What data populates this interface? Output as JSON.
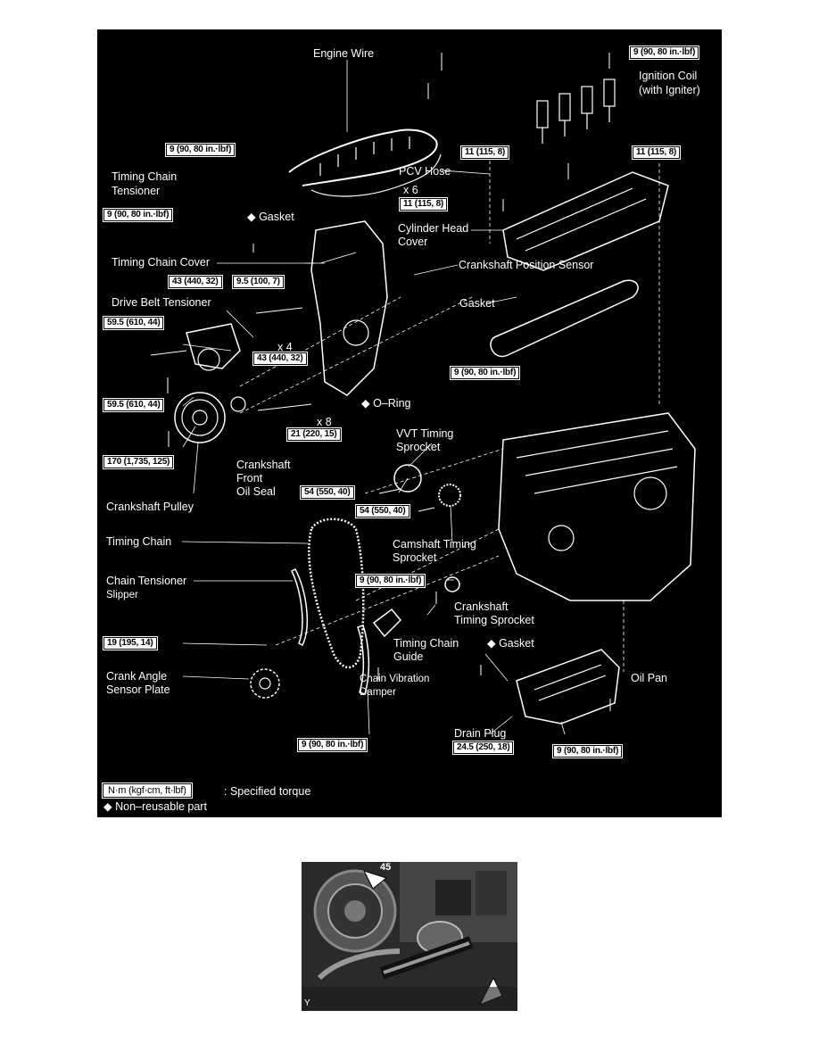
{
  "labels": {
    "engine_wire": "Engine Wire",
    "ignition_coil": "Ignition Coil",
    "ignition_coil_sub": "(with Igniter)",
    "timing_chain_tensioner": "Timing Chain",
    "timing_chain_tensioner_2": "Tensioner",
    "gasket_1": "◆ Gasket",
    "pcv_hose": "PCV Hose",
    "x6": "x 6",
    "cylinder_head_cover": "Cylinder Head",
    "cylinder_head_cover_2": "Cover",
    "timing_chain_cover": "Timing Chain Cover",
    "crankshaft_position_sensor": "Crankshaft Position Sensor",
    "drive_belt_tensioner": "Drive Belt Tensioner",
    "gasket_2": "Gasket",
    "x4": "x 4",
    "o_ring": "◆ O–Ring",
    "x8": "x 8",
    "vvt_timing": "VVT Timing",
    "vvt_sprocket": "Sprocket",
    "crankshaft_front": "Crankshaft",
    "crankshaft_front_2": "Front",
    "crankshaft_front_3": "Oil Seal",
    "crankshaft_pulley": "Crankshaft Pulley",
    "camshaft_timing": "Camshaft Timing",
    "camshaft_sprocket": "Sprocket",
    "timing_chain": "Timing Chain",
    "chain_tensioner": "Chain Tensioner",
    "chain_tensioner_2": "Slipper",
    "crankshaft_timing": "Crankshaft",
    "crankshaft_timing_2": "Timing Sprocket",
    "timing_chain_guide": "Timing Chain",
    "timing_chain_guide_2": "Guide",
    "gasket_3": "◆ Gasket",
    "oil_pan": "Oil Pan",
    "crank_angle": "Crank Angle",
    "crank_angle_2": "Sensor Plate",
    "chain_vibration": "Chain Vibration",
    "chain_vibration_2": "Damper",
    "drain_plug": "Drain Plug"
  },
  "torques": {
    "t_ign": "9 (90, 80 in.·lbf)",
    "t_wire": "9 (90, 80 in.·lbf)",
    "t_chc_left": "11 (115, 8)",
    "t_chc_right": "11 (115, 8)",
    "t_pcv": "11 (115, 8)",
    "t_tensioner": "9 (90, 80 in.·lbf)",
    "t_cover_a": "43 (440, 32)",
    "t_cover_b": "9.5 (100, 7)",
    "t_belt": "59.5 (610, 44)",
    "t_x4": "43 (440, 32)",
    "t_sensor": "9 (90, 80 in.·lbf)",
    "t_belt_b": "59.5 (610, 44)",
    "t_x8": "21 (220, 15)",
    "t_pulley": "170 (1,735, 125)",
    "t_vvt": "54 (550, 40)",
    "t_cam": "54 (550, 40)",
    "t_guide": "9 (90, 80 in.·lbf)",
    "t_slipper": "19 (195, 14)",
    "t_damper": "9 (90, 80 in.·lbf)",
    "t_drain": "24.5 (250, 18)",
    "t_oilpan": "9 (90, 80 in.·lbf)"
  },
  "legend": {
    "unit_box": "N·m (kgf·cm, ft·lbf)",
    "unit_text": ": Specified torque",
    "nonreusable": "◆ Non–reusable part"
  },
  "photo": {
    "number": "45",
    "corner_mark": "Y"
  }
}
